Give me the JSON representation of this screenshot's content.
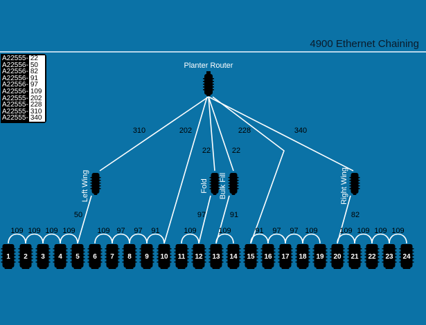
{
  "title": "4900 Ethernet Chaining",
  "legend": [
    {
      "part": "A22555-",
      "value": "22"
    },
    {
      "part": "A22556-",
      "value": "50"
    },
    {
      "part": "A22556-",
      "value": "82"
    },
    {
      "part": "A22556-",
      "value": "91"
    },
    {
      "part": "A22556-",
      "value": "97"
    },
    {
      "part": "A22556-",
      "value": "109"
    },
    {
      "part": "A22555-",
      "value": "202"
    },
    {
      "part": "A22555-",
      "value": "228"
    },
    {
      "part": "A22555-",
      "value": "310"
    },
    {
      "part": "A22555-",
      "value": "340"
    }
  ],
  "router": {
    "label": "Planter Router"
  },
  "hubs": [
    {
      "id": "left",
      "label": "Left Wing"
    },
    {
      "id": "fold",
      "label": "Fold"
    },
    {
      "id": "bulk",
      "label": "Bulk Fill"
    },
    {
      "id": "right",
      "label": "Right Wing"
    }
  ],
  "router_links": [
    {
      "to": "left",
      "cable": "310"
    },
    {
      "to": "node10",
      "cable": "202"
    },
    {
      "to": "fold",
      "cable": "22"
    },
    {
      "to": "bulk",
      "cable": "22"
    },
    {
      "to": "node15",
      "cable": "228"
    },
    {
      "to": "right",
      "cable": "340"
    }
  ],
  "hub_links": [
    {
      "from": "left",
      "to": 5,
      "cable": "50"
    },
    {
      "from": "fold",
      "to": 12,
      "cable": "97"
    },
    {
      "from": "bulk",
      "to": 13,
      "cable": "91"
    },
    {
      "from": "right",
      "to": 20,
      "cable": "82"
    }
  ],
  "nodes": [
    "1",
    "2",
    "3",
    "4",
    "5",
    "6",
    "7",
    "8",
    "9",
    "10",
    "11",
    "12",
    "13",
    "14",
    "15",
    "16",
    "17",
    "18",
    "19",
    "20",
    "21",
    "22",
    "23",
    "24"
  ],
  "chains": [
    {
      "from": 1,
      "to": 2,
      "cable": "109"
    },
    {
      "from": 2,
      "to": 3,
      "cable": "109"
    },
    {
      "from": 3,
      "to": 4,
      "cable": "109"
    },
    {
      "from": 4,
      "to": 5,
      "cable": "109"
    },
    {
      "from": 6,
      "to": 7,
      "cable": "109"
    },
    {
      "from": 7,
      "to": 8,
      "cable": "97"
    },
    {
      "from": 8,
      "to": 9,
      "cable": "97"
    },
    {
      "from": 9,
      "to": 10,
      "cable": "91"
    },
    {
      "from": 11,
      "to": 12,
      "cable": "109"
    },
    {
      "from": 13,
      "to": 14,
      "cable": "109"
    },
    {
      "from": 15,
      "to": 16,
      "cable": "91"
    },
    {
      "from": 16,
      "to": 17,
      "cable": "97"
    },
    {
      "from": 17,
      "to": 18,
      "cable": "97"
    },
    {
      "from": 18,
      "to": 19,
      "cable": "109"
    },
    {
      "from": 20,
      "to": 21,
      "cable": "109"
    },
    {
      "from": 21,
      "to": 22,
      "cable": "109"
    },
    {
      "from": 22,
      "to": 23,
      "cable": "109"
    },
    {
      "from": 23,
      "to": 24,
      "cable": "109"
    }
  ]
}
